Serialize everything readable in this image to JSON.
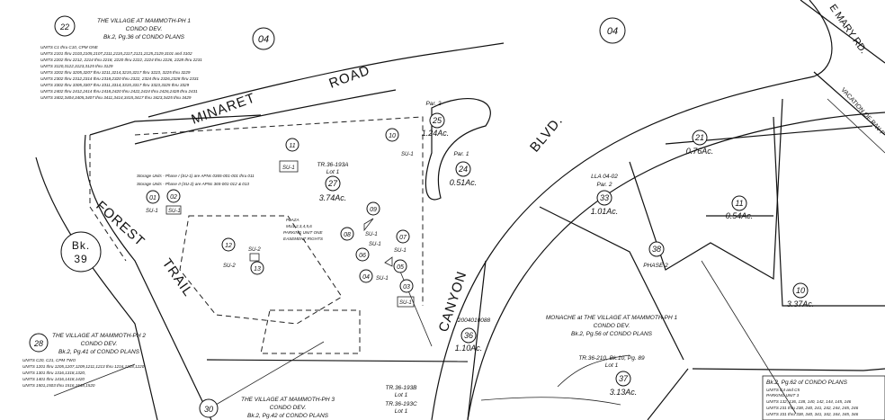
{
  "roads": {
    "minaret_1": "MINARET",
    "minaret_2": "ROAD",
    "canyon": "CANYON",
    "blvd": "BLVD.",
    "forest": "FOREST",
    "trail": "TRAIL",
    "mary": "E MARY RD.",
    "vacation": "VACATION OF R/W P"
  },
  "book": {
    "number": "Bk.",
    "page": "39"
  },
  "plan22": {
    "parcel": "22",
    "title": "THE VILLAGE AT MAMMOTH-PH 1",
    "sub": "CONDO DEV.",
    "ref": "Bk.2, Pg.36 of CONDO PLANS",
    "units": [
      "UNITS C1 thru C10, CPM ONE",
      "UNITS 2101 thru 2103,2105,2107,2111,2115,2117,2121,2125,2129,3101 and 3102",
      "UNITS 2202 thru 2212, 2214 thru 2218, 2220 thru 2222, 2224 thru 2226, 2228 thru 2231",
      "UNITS 3120,3122,3123,3125 thru 3129",
      "UNITS 3202 thru 3205,3207 thru 3211,3214,3215,3217 thru 3223, 3225 thru 3229",
      "UNITS 2302 thru 2312,2314 thru 2318,2320 thru 2322, 2324 thru 2326,2328 thru 2331",
      "UNITS 3302 thru 3305,3307 thru 3311,3314,3315,3317 thru 3323,3325 thru 3329",
      "UNITS 2402 thru 2412,2414 thru 2418,2420 thru 2422,2424 thru 2426,2428 thru 2431",
      "UNITS 3402,3404,3405,3407 thru 3411,3414,3415,3417 thru 3423,3425 thru 3429"
    ]
  },
  "plan28": {
    "parcel": "28",
    "title": "THE VILLAGE AT MAMMOTH-PH 2",
    "sub": "CONDO DEV.",
    "ref": "Bk.2, Pg.41 of CONDO PLANS",
    "units": [
      "UNITS C20, C21, CPM TWO",
      "UNITS 1201 thru 1205,1207,1209,1211,1213 thru 1216,1218,1220",
      "UNITS 1301 thru 1316,1318,1320,",
      "UNITS 1401 thru 1416,1418,1420",
      "UNITS 1501,1503 thru 1516,1518,1520"
    ]
  },
  "plan30": {
    "parcel": "30",
    "title": "THE VILLAGE AT MAMMOTH-PH 3",
    "sub": "CONDO DEV.",
    "ref": "Bk.2, Pg.42 of CONDO PLANS"
  },
  "plan62": {
    "ref": "Bk.2, Pg.62 of CONDO PLANS",
    "units": [
      "UNITS C4 and C5",
      "PARKING UNIT 3",
      "UNITS 132, 136, 138, 140, 142, 144, 145, 146",
      "UNITS 231 thru 238, 240, 241, 242, 244, 245, 246",
      "UNITS 331 thru 338, 340, 341, 342, 344, 345, 346"
    ]
  },
  "monache": {
    "title": "MONACHE at THE VILLAGE AT MAMMOTH-PH 1",
    "sub": "CONDO DEV.",
    "ref": "Bk.2, Pg.56 of CONDO PLANS"
  },
  "storage": {
    "line1": "Storage Units - Phase I  (SU-1)  are APNs 0365-001-001 thru 011",
    "line2": "Storage Units - Phase II  (SU-2)  are APNs 365-001-012 & 013"
  },
  "plaza": {
    "l1": "PLAZA",
    "l2": "MU1,2,3,4,5,6",
    "l3": "PARKING UNIT ONE",
    "l4": "EASEMENT RIGHTS"
  },
  "parcels": {
    "p04a": "04",
    "p04b": "04",
    "p27": {
      "num": "27",
      "tract": "TR.36-193A",
      "lot": "Lot 1",
      "acres": "3.74Ac."
    },
    "p25": {
      "num": "25",
      "par": "Par. 2",
      "acres": "1.24Ac."
    },
    "p24": {
      "num": "24",
      "par": "Par. 1",
      "acres": "0.51Ac."
    },
    "p33": {
      "num": "33",
      "lla": "LLA 04-02",
      "par": "Par. 2",
      "acres": "1.01Ac."
    },
    "p21": {
      "num": "21",
      "acres": "0.76Ac."
    },
    "p11r": {
      "num": "11",
      "acres": "0.54Ac."
    },
    "p38": {
      "num": "38",
      "label": "PHASE 2"
    },
    "p10r": {
      "num": "10",
      "acres": "3.37Ac."
    },
    "p36": {
      "num": "36",
      "doc": "2004010088",
      "acres": "1.10Ac."
    },
    "p37": {
      "num": "37",
      "tract": "TR.36-210, Bk.10, Pg. 89",
      "lot": "Lot 1",
      "acres": "3.13Ac."
    },
    "tr193b": {
      "tract": "TR.36-193B",
      "lot": "Lot 1"
    },
    "tr193c": {
      "tract": "TR.36-193C",
      "lot": "Lot 1"
    },
    "su": [
      "01",
      "02",
      "03",
      "04",
      "05",
      "06",
      "07",
      "08",
      "09",
      "10",
      "11",
      "12",
      "13"
    ],
    "su1": "SU-1",
    "su2": "SU-2"
  }
}
